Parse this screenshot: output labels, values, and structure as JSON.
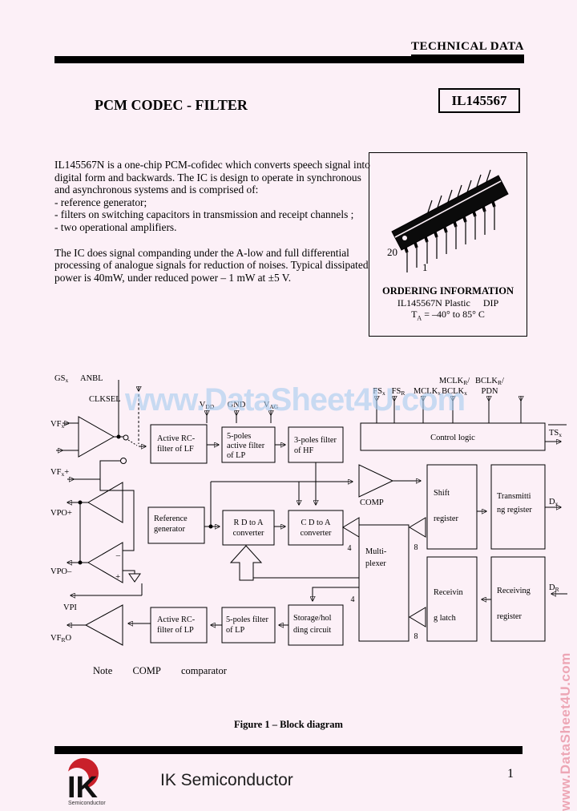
{
  "page": {
    "number": "1"
  },
  "header": {
    "title": "TECHNICAL DATA"
  },
  "title_block": {
    "product": "PCM CODEC - FILTER",
    "part": "IL145567"
  },
  "description": {
    "para1": "IL145567N is a one-chip PCM-cofidec which converts speech signal into digital form and backwards. The IC is design to operate in synchronous and asynchronous systems and is comprised of:",
    "bullets": [
      "- reference generator;",
      "- filters on switching capacitors in transmission and receipt channels ;",
      "- two operational amplifiers."
    ],
    "para2": "The IC does signal companding under the A-low and full differential processing of analogue signals for reduction of noises. Typical dissipated power is 40mW, under reduced power – 1 mW at ±5 V."
  },
  "package_box": {
    "pin20": "20",
    "pin1": "1",
    "ordering_heading": "ORDERING INFORMATION",
    "ordering_line1a": "IL145567N Plastic",
    "ordering_line1b": "DIP",
    "temp_main": "T",
    "temp_sub": "A",
    "temp_rest": "= –40° to 85° C"
  },
  "watermark": {
    "horizontal": "www.DataSheet4U.com",
    "vertical": "www.DataSheet4U.com"
  },
  "diagram": {
    "pins": {
      "gs_main": "GS",
      "gs_sub": "x",
      "anbl": "ANBL",
      "clksel": "CLKSEL",
      "vdd_main": "V",
      "vdd_sub": "DD",
      "gnd": "GND",
      "vag_main": "V",
      "vag_sub": "AG",
      "fsx_main": "FS",
      "fsx_sub": "x",
      "fsr_main": "FS",
      "fsr_sub": "R",
      "mclkx_main": "MCLK",
      "mclkx_sub": "x",
      "mclkr_main": "MCLK",
      "mclkr_sub": "R",
      "mclkr_suffix": "/",
      "bclkx_main": "BCLK",
      "bclkx_sub": "x",
      "bclkr_main": "BCLK",
      "bclkr_sub": "R",
      "bclkr_suffix": "/",
      "pdn": "PDN",
      "vfxm_main": "VF",
      "vfxm_sub": "x",
      "vfxm_suffix": "–",
      "vfxp_main": "VF",
      "vfxp_sub": "x",
      "vfxp_suffix": "+",
      "vpop_main": "VPO",
      "vpop_suffix": "+",
      "vpom_main": "VPO",
      "vpom_suffix": "–",
      "vpi": "VPI",
      "vfro_main": "VF",
      "vfro_sub": "R",
      "vfro_suffix": "O",
      "tsx_main": "TS",
      "tsx_sub": "x",
      "dx_main": "D",
      "dx_sub": "x",
      "dr_main": "D",
      "dr_sub": "R"
    },
    "boxes": {
      "active_rc_lf": [
        "Active RC-",
        "filter of LF"
      ],
      "lp5_active": [
        "5-poles",
        "active filter",
        "of LP"
      ],
      "hf3": [
        "3-poles filter",
        "of HF"
      ],
      "control_logic": "Control logic",
      "ref_gen": [
        "Reference",
        "generator"
      ],
      "rda": [
        "R D to A",
        "converter"
      ],
      "cda": [
        "C D to A",
        "converter"
      ],
      "mux": [
        "Multi-",
        "plexer"
      ],
      "shift": [
        "Shift",
        "register"
      ],
      "tx_reg": [
        "Transmitti",
        "ng register"
      ],
      "rx_latch": [
        "Receivin",
        "g latch"
      ],
      "rx_reg": [
        "Receiving",
        "register"
      ],
      "storage": [
        "Storage/hol",
        "ding circuit"
      ],
      "lp5": [
        "5-poles filter",
        "of LP"
      ],
      "active_rc_lp": [
        "Active RC-",
        "filter of LP"
      ]
    },
    "comp": "COMP",
    "bus": {
      "w4": "4",
      "w8": "8"
    },
    "opamp_minus": "–",
    "opamp_plus": "+"
  },
  "note": {
    "label": "Note",
    "term": "COMP",
    "definition": "comparator"
  },
  "figure": {
    "caption": "Figure 1 – Block diagram"
  },
  "footer": {
    "brand": "IK Semiconductor",
    "logo_text": "IK",
    "logo_sub": "Semiconductor"
  }
}
